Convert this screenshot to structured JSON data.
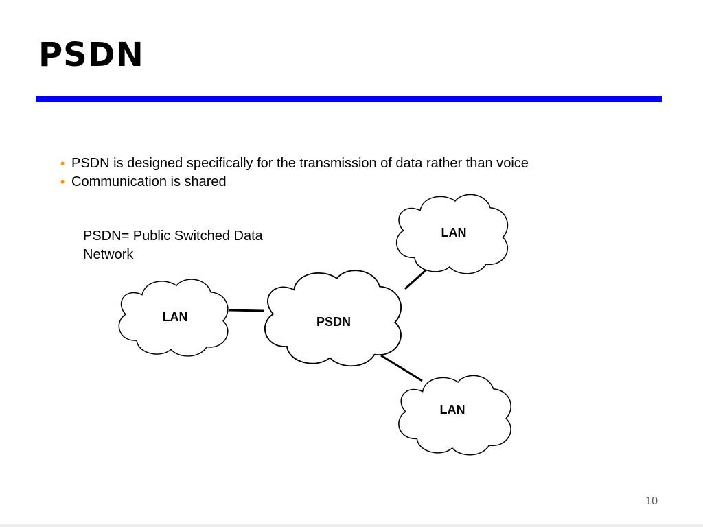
{
  "slide": {
    "title": "PSDN",
    "page_number": "10"
  },
  "colors": {
    "title_rule": "#0000ff",
    "bullet": "#ff8c00",
    "cloud_stroke": "#000000",
    "link": "#000000"
  },
  "bullets": [
    "PSDN is designed specifically for the transmission of data rather than voice",
    "Communication is shared"
  ],
  "definition": {
    "line1": "PSDN= Public Switched Data",
    "line2": "Network"
  },
  "diagram": {
    "nodes": [
      {
        "id": "psdn-cloud",
        "label": "PSDN"
      },
      {
        "id": "lan-left",
        "label": "LAN"
      },
      {
        "id": "lan-top-right",
        "label": "LAN"
      },
      {
        "id": "lan-bottom-right",
        "label": "LAN"
      }
    ],
    "edges": [
      {
        "from": "lan-left",
        "to": "psdn-cloud"
      },
      {
        "from": "psdn-cloud",
        "to": "lan-top-right"
      },
      {
        "from": "psdn-cloud",
        "to": "lan-bottom-right"
      }
    ]
  }
}
